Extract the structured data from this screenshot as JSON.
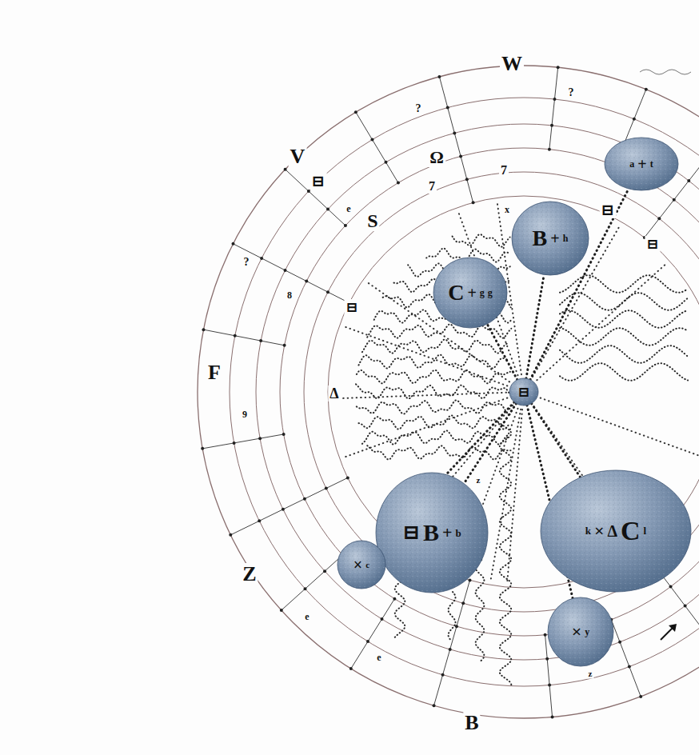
{
  "diagram": {
    "nodes": [
      {
        "text": [
          "a",
          "+",
          "t"
        ]
      },
      {
        "text": [
          "B",
          "+",
          "h"
        ]
      },
      {
        "text": [
          "C",
          "+",
          "g",
          "g"
        ]
      },
      {
        "text": [
          "⊟"
        ]
      },
      {
        "text": [
          "⊟",
          "B",
          "+",
          "b"
        ]
      },
      {
        "text": [
          "k",
          "×",
          "Δ",
          "C",
          "l"
        ]
      },
      {
        "text": [
          "×",
          "c"
        ]
      },
      {
        "text": [
          "×",
          "y"
        ]
      }
    ],
    "edges": [
      {
        "from": 3,
        "to": 0,
        "arrow": "none"
      },
      {
        "from": 3,
        "to": 1,
        "arrow": "none"
      },
      {
        "from": 3,
        "to": 2,
        "arrow": "none"
      },
      {
        "from": 3,
        "to": 4,
        "arrow": "none"
      },
      {
        "from": 3,
        "to": 5,
        "arrow": "none"
      },
      {
        "from": 3,
        "to": 6,
        "arrow": "none"
      },
      {
        "from": 3,
        "to": 7,
        "arrow": "none"
      }
    ],
    "labels": [
      "W",
      "V",
      "F",
      "Z",
      "B",
      "?",
      "?",
      "?",
      "Ω",
      "7",
      "7",
      "S",
      "e",
      "8",
      "9",
      "Δ",
      "e",
      "e",
      "x",
      "z",
      "z",
      "⊟",
      "⊟",
      "⊟",
      "⊟"
    ]
  }
}
